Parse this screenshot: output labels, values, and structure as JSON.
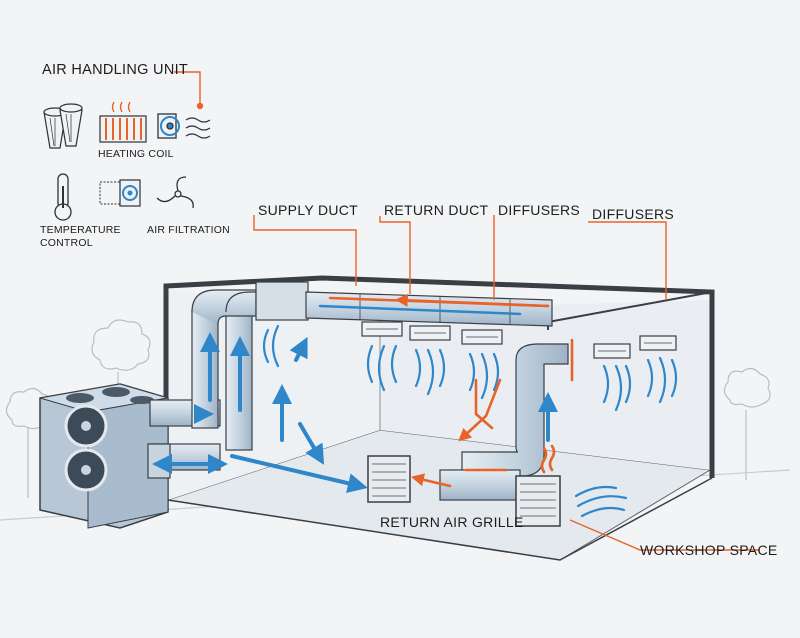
{
  "labels": {
    "air_handling_unit": "AIR HANDLING UNIT",
    "heating_coil": "HEATING COIL",
    "temperature_control_line1": "TEMPERATURE",
    "temperature_control_line2": "CONTROL",
    "air_filtration": "AIR FILTRATION",
    "supply_duct": "SUPPLY DUCT",
    "return_duct": "RETURN DUCT",
    "diffusers_1": "DIFFUSERS",
    "diffusers_2": "DIFFUSERS",
    "return_air_grille": "RETURN AIR GRILLE",
    "workshop_space": "WORKSHOP SPACE"
  },
  "icons": [
    "filter-cartridges-icon",
    "heating-coil-icon",
    "fan-motor-icon",
    "air-waves-icon",
    "thermometer-icon",
    "filter-fan-icon",
    "fan-blade-icon"
  ],
  "colors": {
    "supply_air": "#2f86c9",
    "return_air": "#e8632a",
    "outline": "#3a3f46",
    "duct": "#c9d6e2",
    "room_wall": "#e9edf1"
  }
}
